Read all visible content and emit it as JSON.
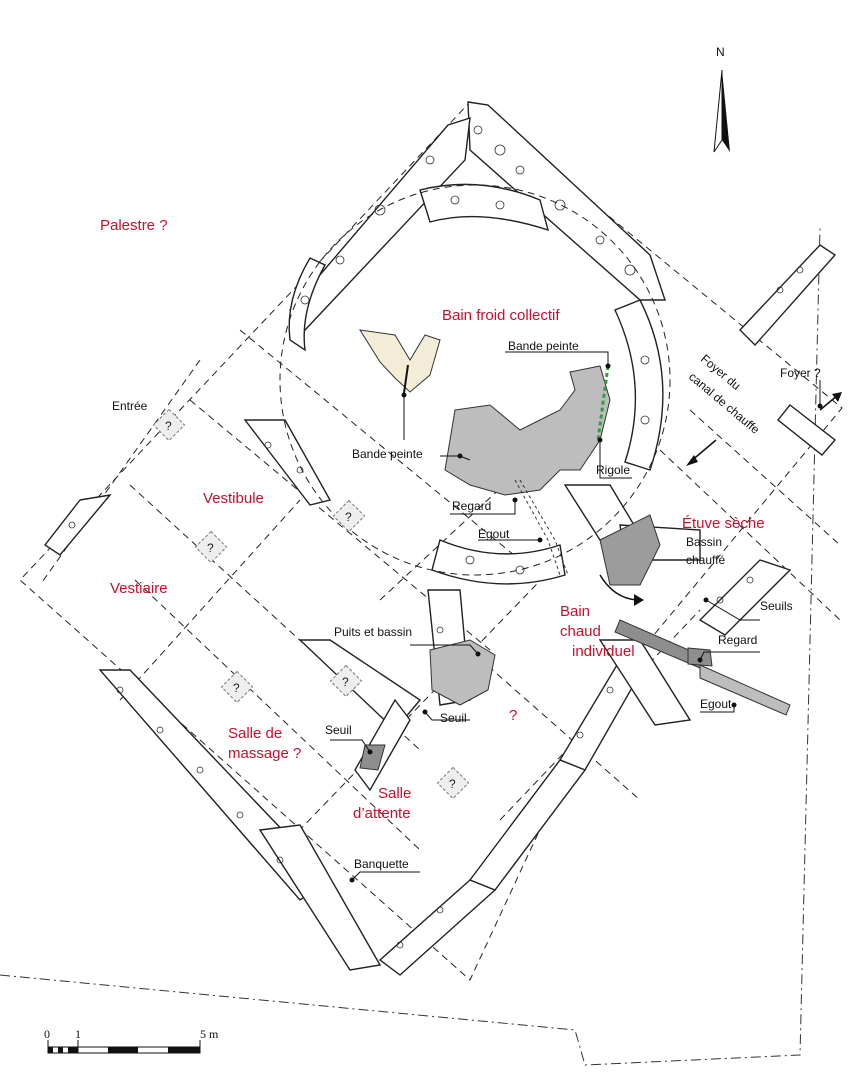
{
  "colors": {
    "room_label": "#c8102e",
    "annotation": "#111111",
    "gray_fill": "#bdbdbd",
    "cream_fill": "#f3ecd6",
    "green_line": "#2e9e3e"
  },
  "north": {
    "label": "N",
    "icon": "north-arrow-icon"
  },
  "rooms": {
    "palestre": "Palestre ?",
    "bain_froid": "Bain froid collectif",
    "vestibule": "Vestibule",
    "vestiaire": "Vestiaire",
    "etuve_seche": "Étuve sèche",
    "bain_chaud_1": "Bain",
    "bain_chaud_2": "chaud",
    "bain_chaud_3": "individuel",
    "unknown_room": "?",
    "salle_massage_1": "Salle de",
    "salle_massage_2": "massage ?",
    "salle_attente_1": "Salle",
    "salle_attente_2": "d’attente"
  },
  "annotations": {
    "entree": "Entrée",
    "bande_peinte_left": "Bande peinte",
    "bande_peinte_right": "Bande peinte",
    "rigole": "Rigole",
    "regard_1": "Regard",
    "egout_1": "Egout",
    "foyer": "Foyer ?",
    "foyer_canal_1": "Foyer du",
    "foyer_canal_2": "canal de chauffe",
    "bassin_1": "Bassin",
    "bassin_2": "chauffé",
    "seuils": "Seuils",
    "regard_2": "Regard",
    "egout_2": "Egout",
    "puits": "Puits et bassin",
    "seuil_1": "Seuil",
    "seuil_2": "Seuil",
    "banquette": "Banquette"
  },
  "question_marks": [
    "?",
    "?",
    "?",
    "?",
    "?",
    "?",
    "?"
  ],
  "scale": {
    "zero": "0",
    "one": "1",
    "five": "5 m"
  }
}
